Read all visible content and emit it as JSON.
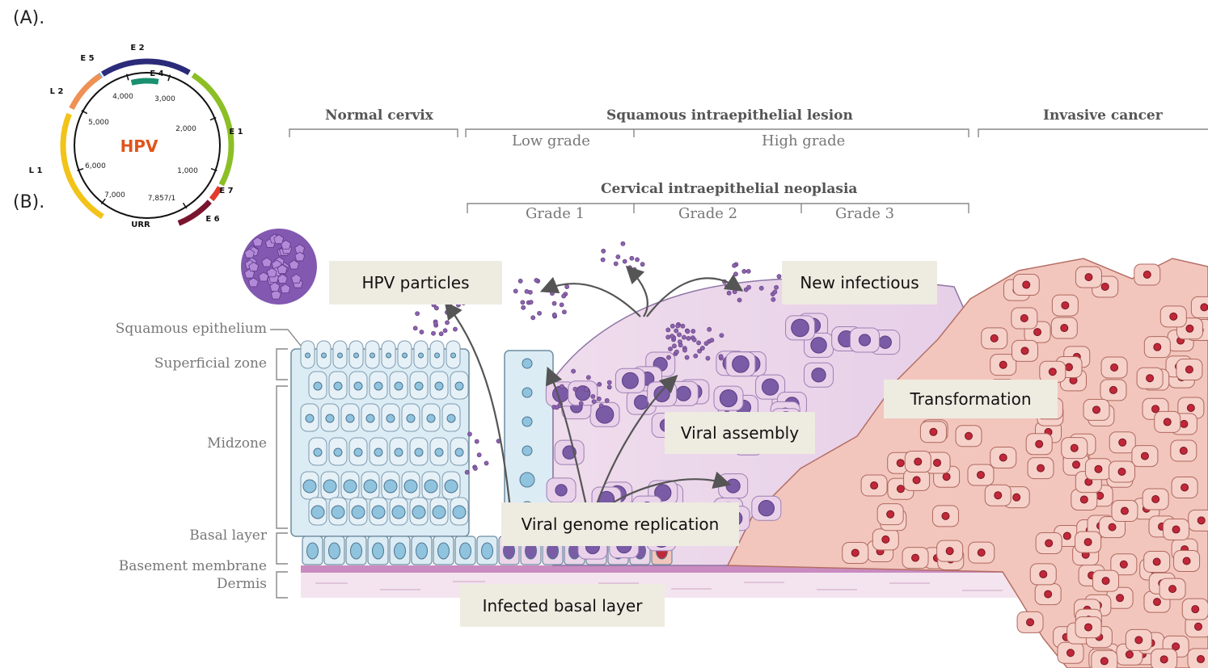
{
  "panel_labels": {
    "a": "(A).",
    "b": "(B)."
  },
  "genome_map": {
    "center_label": "HPV",
    "genes": [
      "E 2",
      "E 4",
      "E 5",
      "E 1",
      "L 2",
      "L 1",
      "E 7",
      "E 6",
      "URR"
    ],
    "positions": [
      "4,000",
      "3,000",
      "5,000",
      "2,000",
      "6,000",
      "1,000",
      "7,000",
      "7,857/1"
    ],
    "colors": {
      "E1": "#8cbf26",
      "E2": "#2b2b7a",
      "E4": "#1a9070",
      "E5": "#6ab8e6",
      "E6": "#7a1530",
      "E7": "#e23b2b",
      "L1": "#f2c318",
      "L2": "#ef9154",
      "HPV_text": "#e0541c"
    }
  },
  "stages": {
    "normal": "Normal cervix",
    "sil": "Squamous intraepithelial lesion",
    "invasive": "Invasive cancer",
    "low": "Low grade",
    "high": "High grade",
    "cin": "Cervical intraepithelial neoplasia",
    "grade1": "Grade 1",
    "grade2": "Grade 2",
    "grade3": "Grade 3"
  },
  "layers": {
    "squamous": "Squamous epithelium",
    "superficial": "Superficial zone",
    "midzone": "Midzone",
    "basal": "Basal layer",
    "basement": "Basement membrane",
    "dermis": "Dermis"
  },
  "callouts": {
    "hpv_particles": "HPV particles",
    "new_infectious": "New infectious",
    "transformation": "Transformation",
    "viral_assembly": "Viral assembly",
    "viral_genome": "Viral genome replication",
    "infected_basal": "Infected basal layer"
  },
  "colors": {
    "normal_cell": "#dcecf4",
    "normal_nucleus": "#8fc3de",
    "infected_cell": "#ecd6ea",
    "virus_nucleus": "#7a5ba6",
    "cancer_cell": "#f2c6bd",
    "cancer_nucleus": "#c0283a",
    "basement": "#c98bc0",
    "dermis": "#f3e4ef",
    "virion": "#8c62ad"
  }
}
